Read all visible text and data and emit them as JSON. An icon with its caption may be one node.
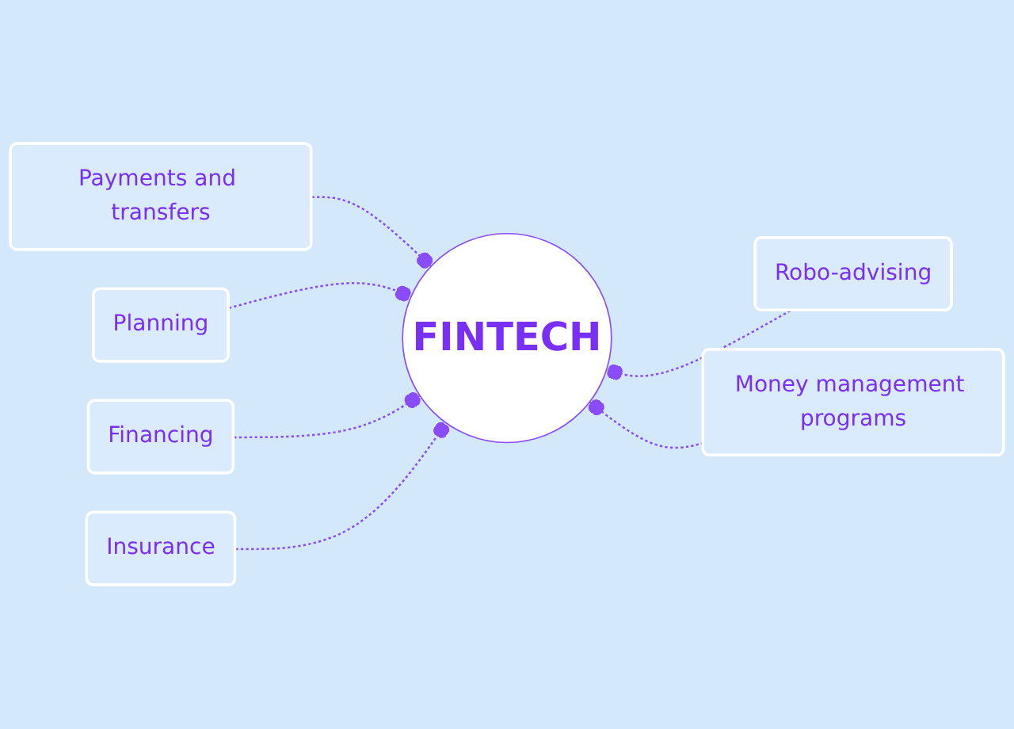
{
  "diagram": {
    "nodes": [
      {
        "text": [
          "Planning"
        ]
      },
      {
        "text": [
          "Payments and transfers"
        ]
      },
      {
        "text": [
          "FINTECH"
        ]
      },
      {
        "text": [
          "Robo-advising"
        ]
      },
      {
        "text": [
          "Financing"
        ]
      },
      {
        "text": [
          "Money management programs"
        ]
      },
      {
        "text": [
          "Insurance"
        ]
      }
    ],
    "edges": [
      {
        "from": 0,
        "to": 2,
        "arrow": "other",
        "style": "dashed"
      },
      {
        "from": 1,
        "to": 2,
        "arrow": "other",
        "style": "dashed"
      },
      {
        "from": 3,
        "to": 2,
        "arrow": "other",
        "style": "dashed"
      },
      {
        "from": 4,
        "to": 2,
        "arrow": "other",
        "style": "dashed"
      },
      {
        "from": 5,
        "to": 2,
        "arrow": "other",
        "style": "dashed"
      },
      {
        "from": 6,
        "to": 2,
        "arrow": "other",
        "style": "dashed"
      }
    ]
  }
}
